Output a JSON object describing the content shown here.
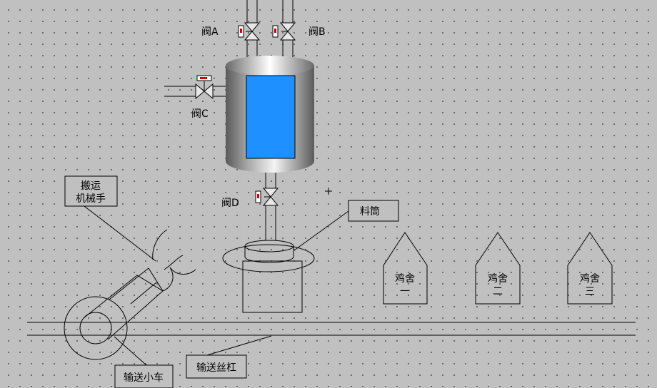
{
  "valves": {
    "a": "阀A",
    "b": "阀B",
    "c": "阀C",
    "d": "阀D"
  },
  "labels": {
    "robot_arm_line1": "搬运",
    "robot_arm_line2": "机械手",
    "hopper": "料筒",
    "cart": "输送小车",
    "lead_screw": "输送丝杠"
  },
  "coops": [
    {
      "line1": "鸡舍",
      "line2": "一"
    },
    {
      "line1": "鸡舍",
      "line2": "二"
    },
    {
      "line1": "鸡舍",
      "line2": "三"
    }
  ],
  "colors": {
    "background": "#c0c0c0",
    "grid_dot": "#5c5c5c",
    "tank_fill": "#1e90ff",
    "valve_indicator": "#d40000"
  }
}
